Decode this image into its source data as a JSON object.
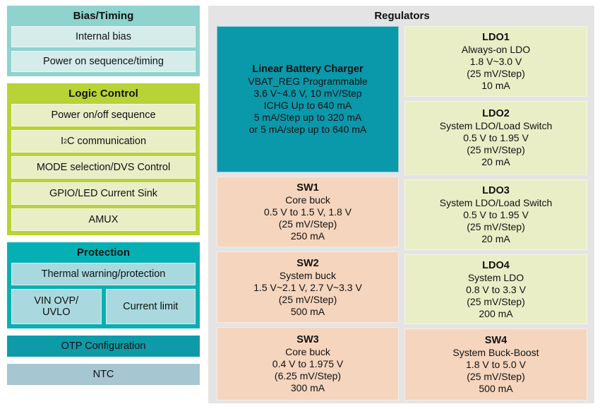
{
  "left": {
    "groups": [
      {
        "title": "Bias/Timing",
        "items": [
          {
            "label": "Internal bias"
          },
          {
            "label": "Power on sequence/timing"
          }
        ]
      },
      {
        "title": "Logic Control",
        "items": [
          {
            "label": "Power on/off sequence"
          },
          {
            "label": "I2C communication",
            "label_prefix": "I",
            "label_sup": "2",
            "label_suffix": "C communication"
          },
          {
            "label": "MODE selection/DVS Control"
          },
          {
            "label": "GPIO/LED Current Sink"
          },
          {
            "label": "AMUX"
          }
        ]
      },
      {
        "title": "Protection",
        "items": [
          {
            "label": "Thermal warning/protection"
          },
          {
            "label": "VIN OVP/\nUVLO"
          },
          {
            "label": "Current limit"
          }
        ]
      }
    ],
    "bars": [
      {
        "label": "OTP Configuration"
      },
      {
        "label": "NTC"
      }
    ],
    "protection_row": {
      "left_line1": "VIN OVP/",
      "left_line2": "UVLO",
      "right": "Current limit"
    }
  },
  "right": {
    "title": "Regulators",
    "cards": {
      "charger": {
        "title": "Linear Battery Charger",
        "lines": [
          "VBAT_REG Programmable",
          "3.6 V~4.6 V, 10 mV/Step",
          "ICHG Up to 640 mA",
          "5 mA/Step up to 320 mA",
          "or 5 mA/step up to 640 mA"
        ]
      },
      "sw1": {
        "title": "SW1",
        "lines": [
          "Core buck",
          "0.5 V to 1.5 V, 1.8 V",
          "(25 mV/Step)",
          "250 mA"
        ]
      },
      "sw2": {
        "title": "SW2",
        "lines": [
          "System buck",
          "1.5 V~2.1 V, 2.7 V~3.3 V",
          "(25 mV/Step)",
          "500 mA"
        ]
      },
      "sw3": {
        "title": "SW3",
        "lines": [
          "Core buck",
          "0.4 V to 1.975 V",
          "(6.25 mV/Step)",
          "300 mA"
        ]
      },
      "ldo1": {
        "title": "LDO1",
        "lines": [
          "Always-on LDO",
          "1.8 V~3.0 V",
          "(25 mV/Step)",
          "10 mA"
        ]
      },
      "ldo2": {
        "title": "LDO2",
        "lines": [
          "System LDO/Load Switch",
          "0.5 V to 1.95 V",
          "(25 mV/Step)",
          "20 mA"
        ]
      },
      "ldo3": {
        "title": "LDO3",
        "lines": [
          "System LDO/Load Switch",
          "0.5 V to 1.95 V",
          "(25 mV/Step)",
          "20 mA"
        ]
      },
      "ldo4": {
        "title": "LDO4",
        "lines": [
          "System LDO",
          "0.8 V to 3.3 V",
          "(25 mV/Step)",
          "200 mA"
        ]
      },
      "sw4": {
        "title": "SW4",
        "lines": [
          "System Buck-Boost",
          "1.8 V to 5.0 V",
          "(25 mV/Step)",
          "500 mA"
        ]
      }
    }
  },
  "colors": {
    "bias_header": "#8ed3cd",
    "bias_item": "#d5ecea",
    "logic_header": "#b7d335",
    "logic_item": "#e9eec6",
    "protection_header": "#05b0b4",
    "protection_item": "#a9d9de",
    "otp_bar": "#0f9aa8",
    "ntc_bar": "#a6c6d2",
    "panel_background": "#e4e4e4",
    "charger": "#0a98ab",
    "switcher": "#f5d5be",
    "ldo": "#e9eec6"
  }
}
